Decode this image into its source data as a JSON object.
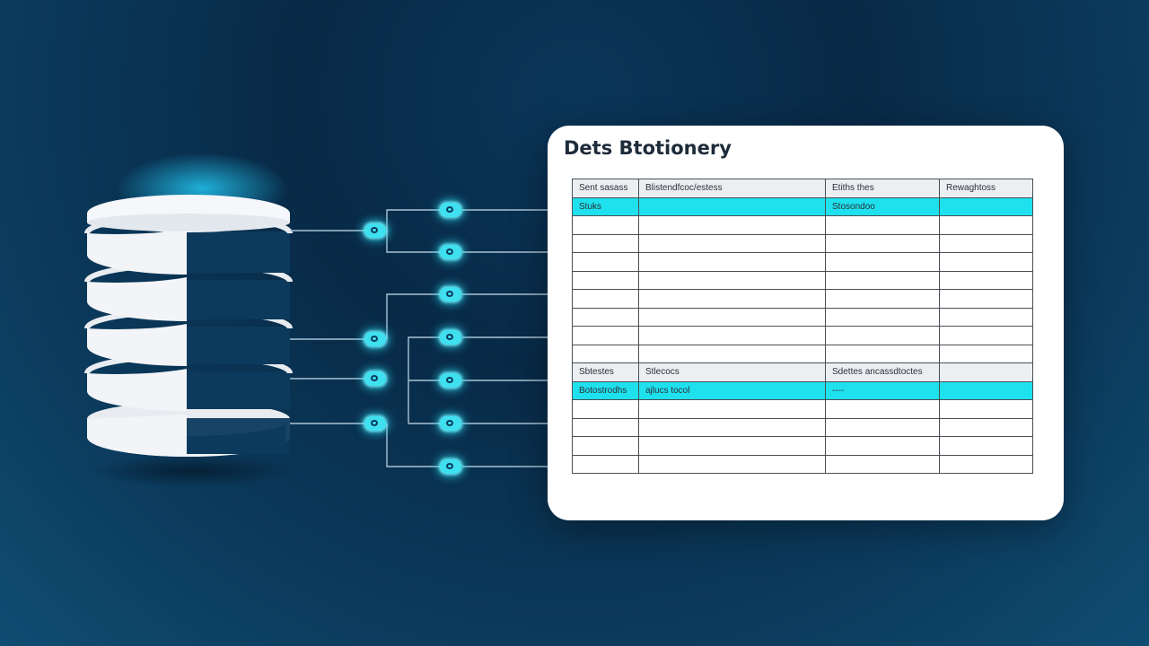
{
  "dictionary": {
    "title": "Dets Btotionery",
    "headers": [
      "Sent sasass",
      "Blistendfcoc/estess",
      "Etiths thes",
      "Rewaghtoss"
    ],
    "highlight_row": [
      "Stuks",
      "",
      "Stosondoo",
      ""
    ],
    "section2_headers": [
      "Sbtestes",
      "Stlecocs",
      "Sdettes ancassdtoctes",
      ""
    ],
    "section2_highlight": [
      "Botostrodhs",
      "ajlucs tocol",
      "----",
      ""
    ]
  },
  "colors": {
    "background": "#0b3a5c",
    "accent": "#1fe1ee",
    "card": "#ffffff",
    "database": "#f2f4f7"
  },
  "icons": {
    "database": "database-icon",
    "node": "link-node-icon"
  }
}
